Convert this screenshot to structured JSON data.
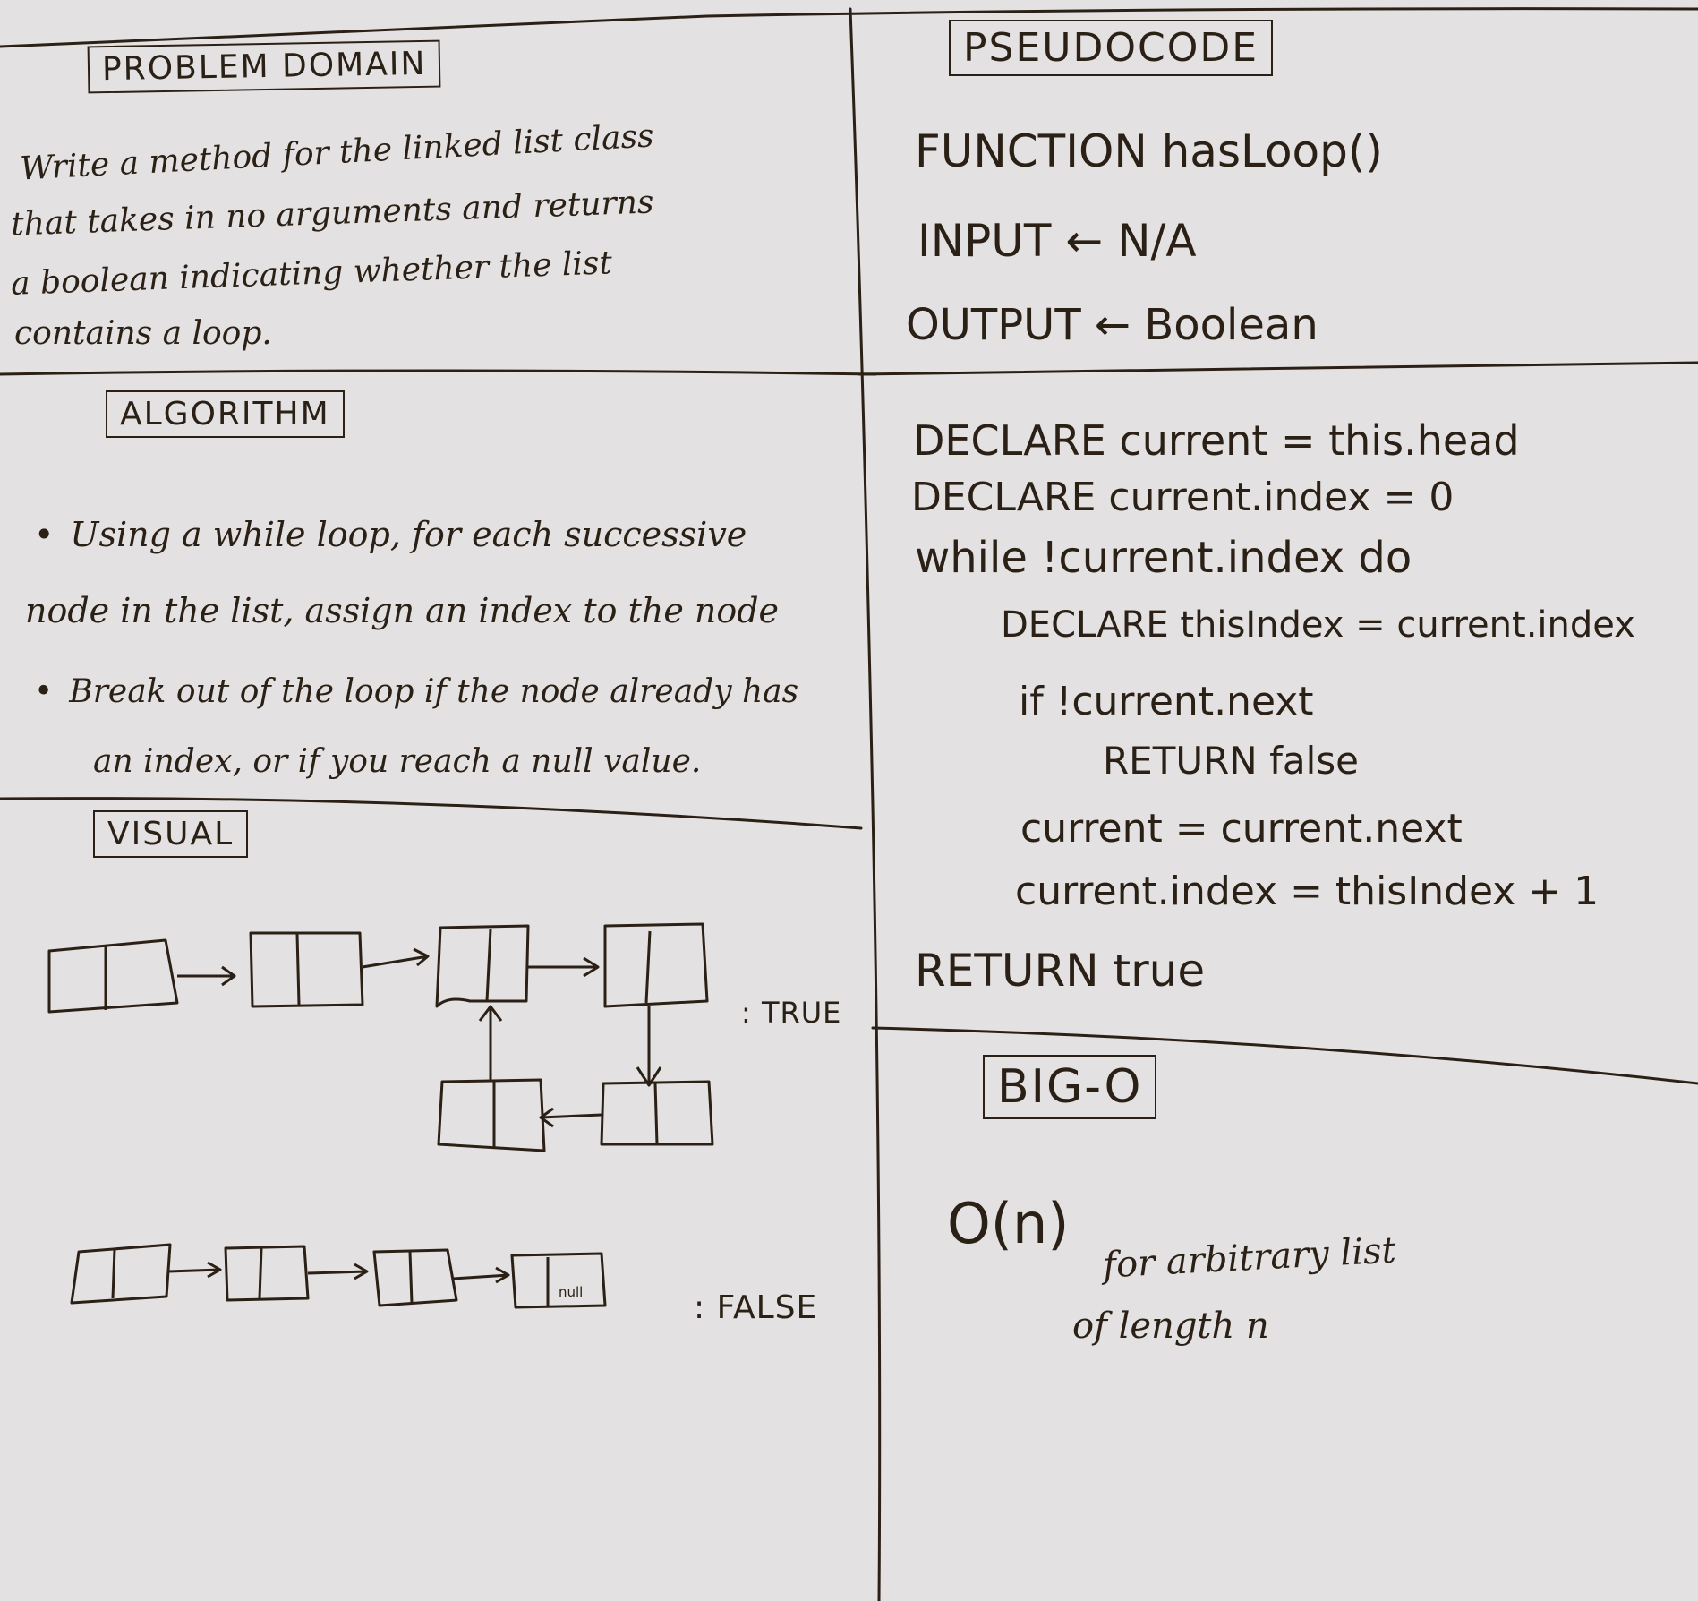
{
  "problem_domain": {
    "heading": "PROBLEM DOMAIN",
    "lines": [
      "Write a method for the linked list class",
      "that takes in no arguments and returns",
      "a boolean indicating whether the list",
      "contains a loop."
    ]
  },
  "algorithm": {
    "heading": "ALGORITHM",
    "bullet1": [
      "Using a while loop, for each successive",
      "node in the list, assign an index to the node"
    ],
    "bullet2": [
      "Break out of the loop if the node already has",
      "an index, or if you reach a null value."
    ]
  },
  "visual": {
    "heading": "VISUAL",
    "true_label": ": TRUE",
    "false_label": ": FALSE",
    "null_label": "null"
  },
  "pseudocode": {
    "heading": "PSEUDOCODE",
    "function_line": "FUNCTION hasLoop()",
    "input_line": "INPUT ← N/A",
    "output_line": "OUTPUT ← Boolean",
    "body": [
      "DECLARE current = this.head",
      "DECLARE current.index = 0",
      "while !current.index do",
      "DECLARE thisIndex = current.index",
      "if !current.next",
      "RETURN false",
      "current = current.next",
      "current.index = thisIndex + 1",
      "RETURN true"
    ]
  },
  "big_o": {
    "heading": "BIG-O",
    "complexity": "O(n)",
    "note_lines": [
      "for arbitrary list",
      "of length n"
    ]
  },
  "colors": {
    "paper": "#e3e1e1",
    "ink": "#2b2016"
  }
}
